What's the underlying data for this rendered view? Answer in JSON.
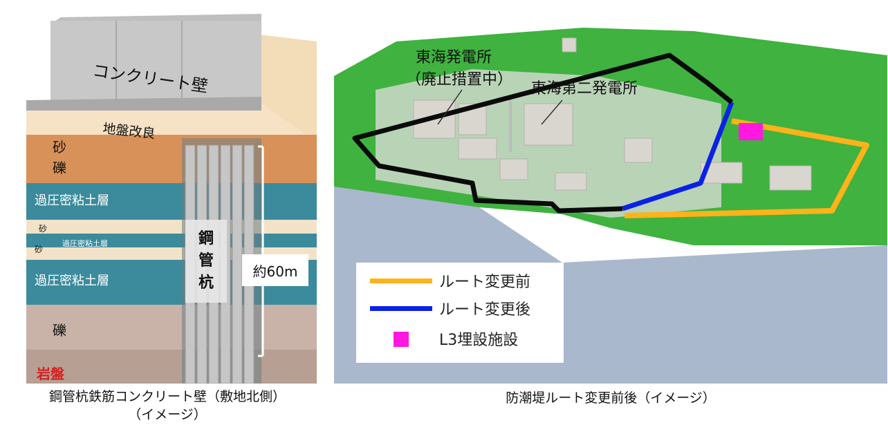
{
  "left_diagram": {
    "wall_label": "コンクリート壁",
    "ground_label": "地盤改良",
    "layers": {
      "sand_gravel_1": "砂",
      "sand_gravel_2": "礫",
      "clay_upper": "過圧密粘土層",
      "sand_a": "砂",
      "sand_b": "砂",
      "clay_thin": "過圧密粘土層",
      "clay_lower": "過圧密粘土層",
      "gravel": "礫",
      "bedrock": "岩盤"
    },
    "pile_label": [
      "鋼",
      "管",
      "杭"
    ],
    "depth_label": "約60m"
  },
  "right_diagram": {
    "plant_1_name": "東海発電所",
    "plant_1_status": "（廃止措置中）",
    "plant_2_name": "東海第二発電所",
    "legend": [
      {
        "label": "ルート変更前",
        "color": "#ffb31a"
      },
      {
        "label": "ルート変更後",
        "color": "#0a22e6"
      },
      {
        "label": "L3埋設施設",
        "color": "#ff19e0"
      }
    ]
  },
  "captions": {
    "left_line1": "鋼管杭鉄筋コンクリート壁（敷地北側）",
    "left_line2": "（イメージ）",
    "right": "防潮堤ルート変更前後（イメージ）"
  }
}
